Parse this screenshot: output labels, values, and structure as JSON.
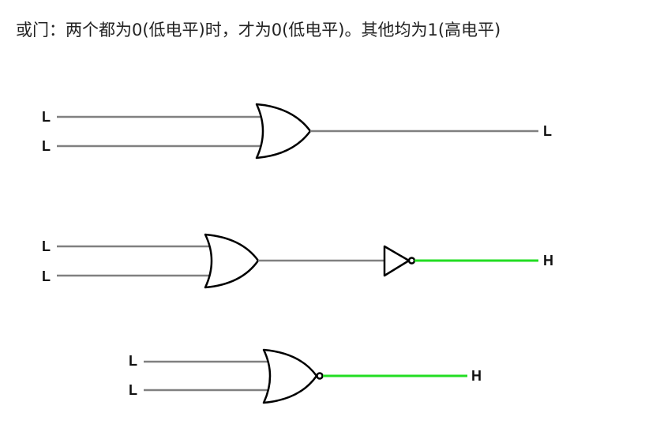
{
  "caption": "或门：两个都为0(低电平)时，才为0(低电平)。其他均为1(高电平)",
  "colors": {
    "low_wire": "#808080",
    "high_wire": "#22dd22",
    "gate_stroke": "#000000"
  },
  "circuits": [
    {
      "gate": "or-gate",
      "inputs": [
        "L",
        "L"
      ],
      "output": "L",
      "output_state": "low"
    },
    {
      "gate": "or-gate-with-not",
      "inputs": [
        "L",
        "L"
      ],
      "output": "H",
      "output_state": "high"
    },
    {
      "gate": "nor-gate",
      "inputs": [
        "L",
        "L"
      ],
      "output": "H",
      "output_state": "high"
    }
  ]
}
